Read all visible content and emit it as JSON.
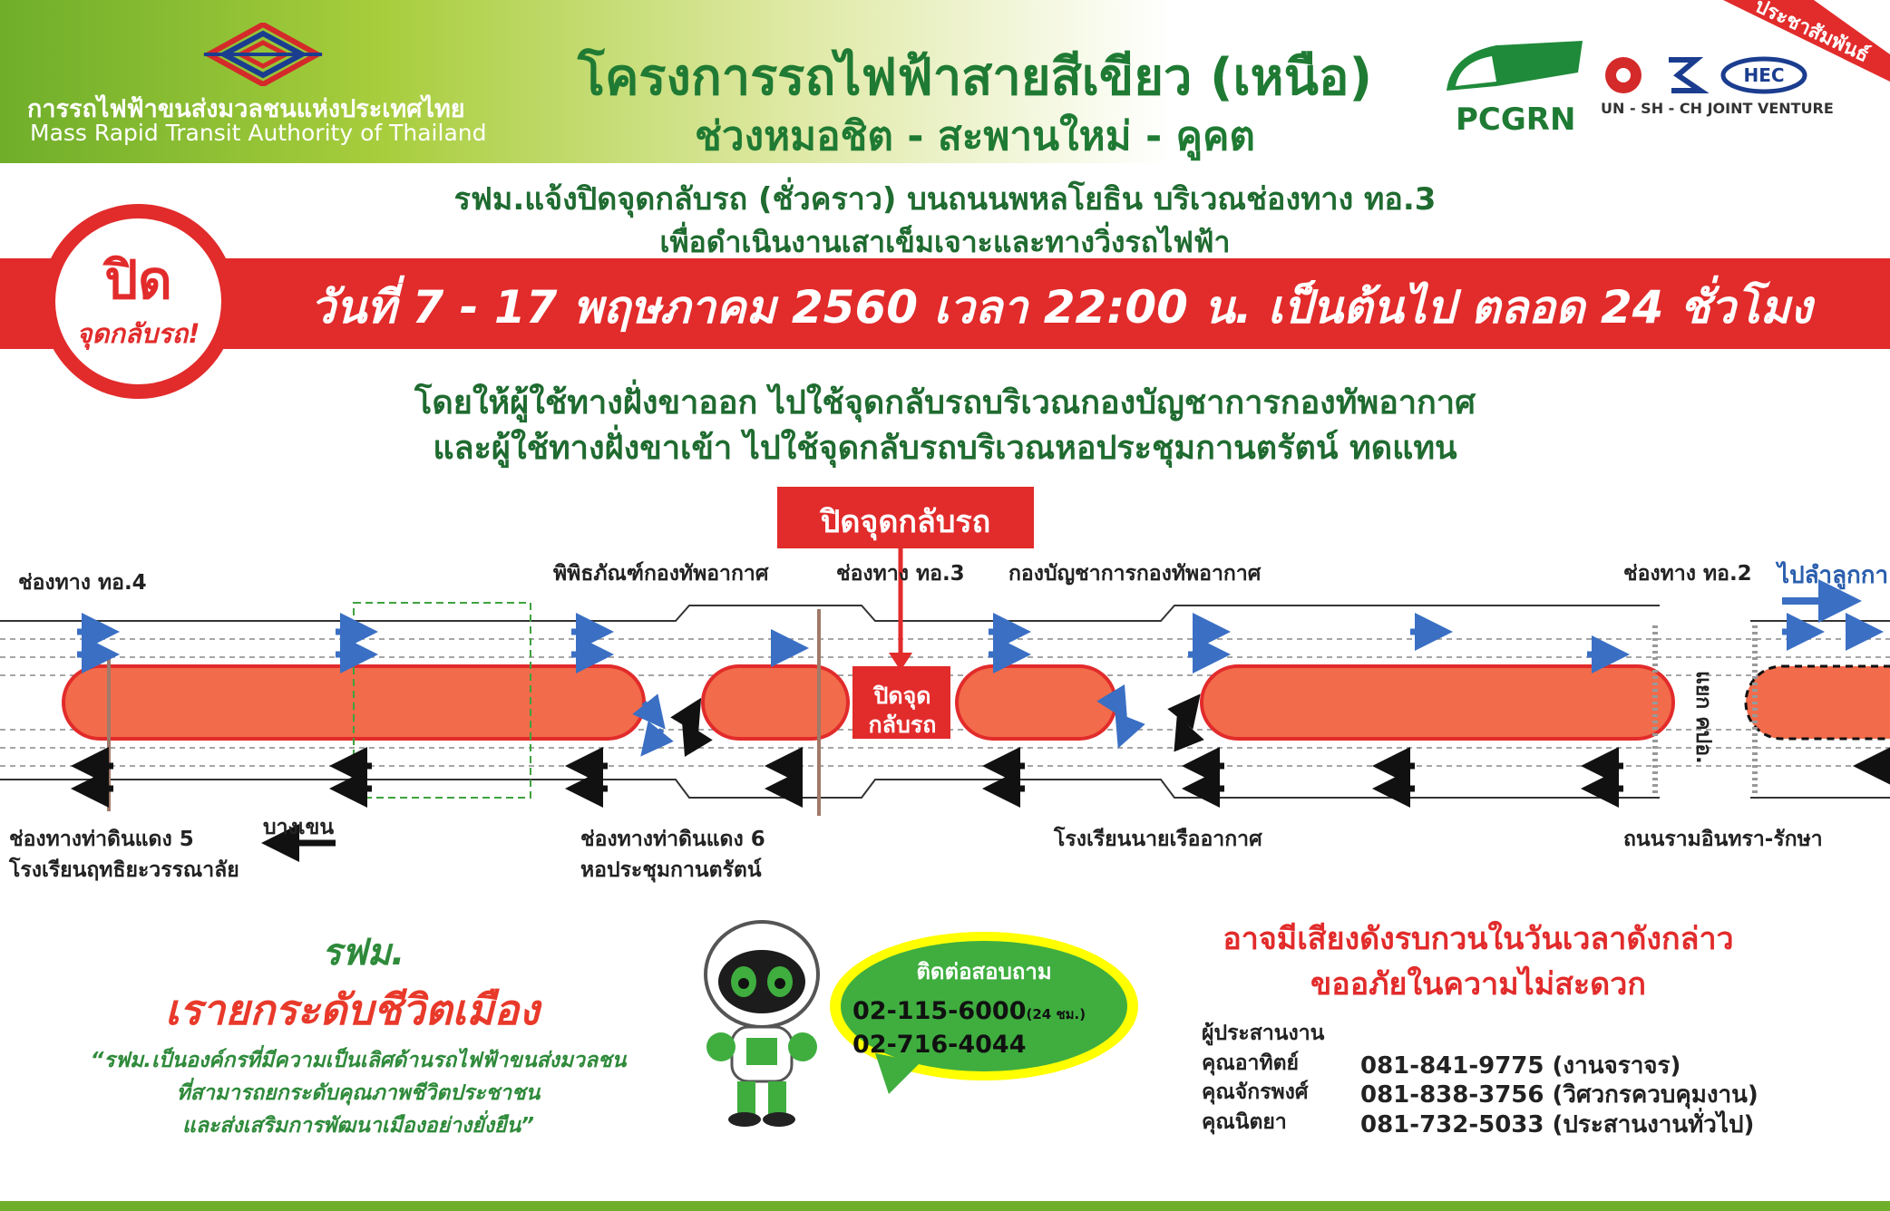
{
  "header": {
    "org_th": "การรถไฟฟ้าขนส่งมวลชนแห่งประเทศไทย",
    "org_en": "Mass Rapid Transit Authority of Thailand",
    "project_title": "โครงการรถไฟฟ้าสายสีเขียว (เหนือ)",
    "project_subtitle": "ช่วงหมอชิต - สะพานใหม่ - คูคต",
    "pcgrn": "PCGRN",
    "jv": "UN - SH - CH JOINT VENTURE",
    "pr_ribbon": "ประชาสัมพันธ์"
  },
  "notice": {
    "line1": "รฟม.แจ้งปิดจุดกลับรถ (ชั่วคราว) บนถนนพหลโยธิน บริเวณช่องทาง ทอ.3",
    "line2": "เพื่อดำเนินงานเสาเข็มเจาะและทางวิ่งรถไฟฟ้า",
    "badge_big": "ปิด",
    "badge_small": "จุดกลับรถ!",
    "banner": "วันที่ 7 - 17 พฤษภาคม 2560 เวลา 22:00 น. เป็นต้นไป ตลอด 24 ชั่วโมง",
    "detour1": "โดยให้ผู้ใช้ทางฝั่งขาออก ไปใช้จุดกลับรถบริเวณกองบัญชาการกองทัพอากาศ",
    "detour2": "และผู้ใช้ทางฝั่งขาเข้า ไปใช้จุดกลับรถบริเวณหอประชุมกานตรัตน์ ทดแทน"
  },
  "map": {
    "close_label": "ปิดจุดกลับรถ",
    "closed_point": "ปิดจุด กลับรถ",
    "lane_to4": "ช่องทาง ทอ.4",
    "museum": "พิพิธภัณฑ์กองทัพอากาศ",
    "lane_to3": "ช่องทาง ทอ.3",
    "hq": "กองบัญชาการกองทัพอากาศ",
    "lane_to2": "ช่องทาง ทอ.2",
    "to_ladkrabang": "ไปลำลูกกา",
    "junction": "แยก คปอ.",
    "lane_thadindaeng5": "ช่องทางท่าดินแดง 5",
    "school1": "โรงเรียนฤทธิยะวรรณาลัย",
    "bangkhen": "บางเขน",
    "lane_thadindaeng6": "ช่องทางท่าดินแดง 6",
    "hall": "หอประชุมกานตรัตน์",
    "school2": "โรงเรียนนายเรืออากาศ",
    "road_ram": "ถนนรามอินทรา-รักษา"
  },
  "bottom": {
    "slogan1": "รฟม.",
    "slogan2": "เรายกระดับชีวิตเมือง",
    "quote1": "“รฟม.เป็นองค์กรที่มีความเป็นเลิศด้านรถไฟฟ้าขนส่งมวลชน",
    "quote2": "ที่สามารถยกระดับคุณภาพชีวิตประชาชน",
    "quote3": "และส่งเสริมการพัฒนาเมืองอย่างยั่งยืน”",
    "contact_title": "ติดต่อสอบถาม",
    "phone1": "02-115-6000",
    "phone1_note": "(24 ชม.)",
    "phone2": "02-716-4044",
    "apology1": "อาจมีเสียงดังรบกวนในวันเวลาดังกล่าว",
    "apology2": "ขออภัยในความไม่สะดวก",
    "coord_head": "ผู้ประสานงาน",
    "coordinators": [
      {
        "name": "คุณอาทิตย์",
        "phone": "081-841-9775 (งานจราจร)"
      },
      {
        "name": "คุณจักรพงศ์",
        "phone": "081-838-3756 (วิศวกรควบคุมงาน)"
      },
      {
        "name": "คุณนิตยา",
        "phone": "081-732-5033 (ประสานงานทั่วไป)"
      }
    ]
  },
  "colors": {
    "brand_green": "#1f7a33",
    "alert_red": "#e22b2b",
    "lane_blue": "#3a6fc4"
  }
}
